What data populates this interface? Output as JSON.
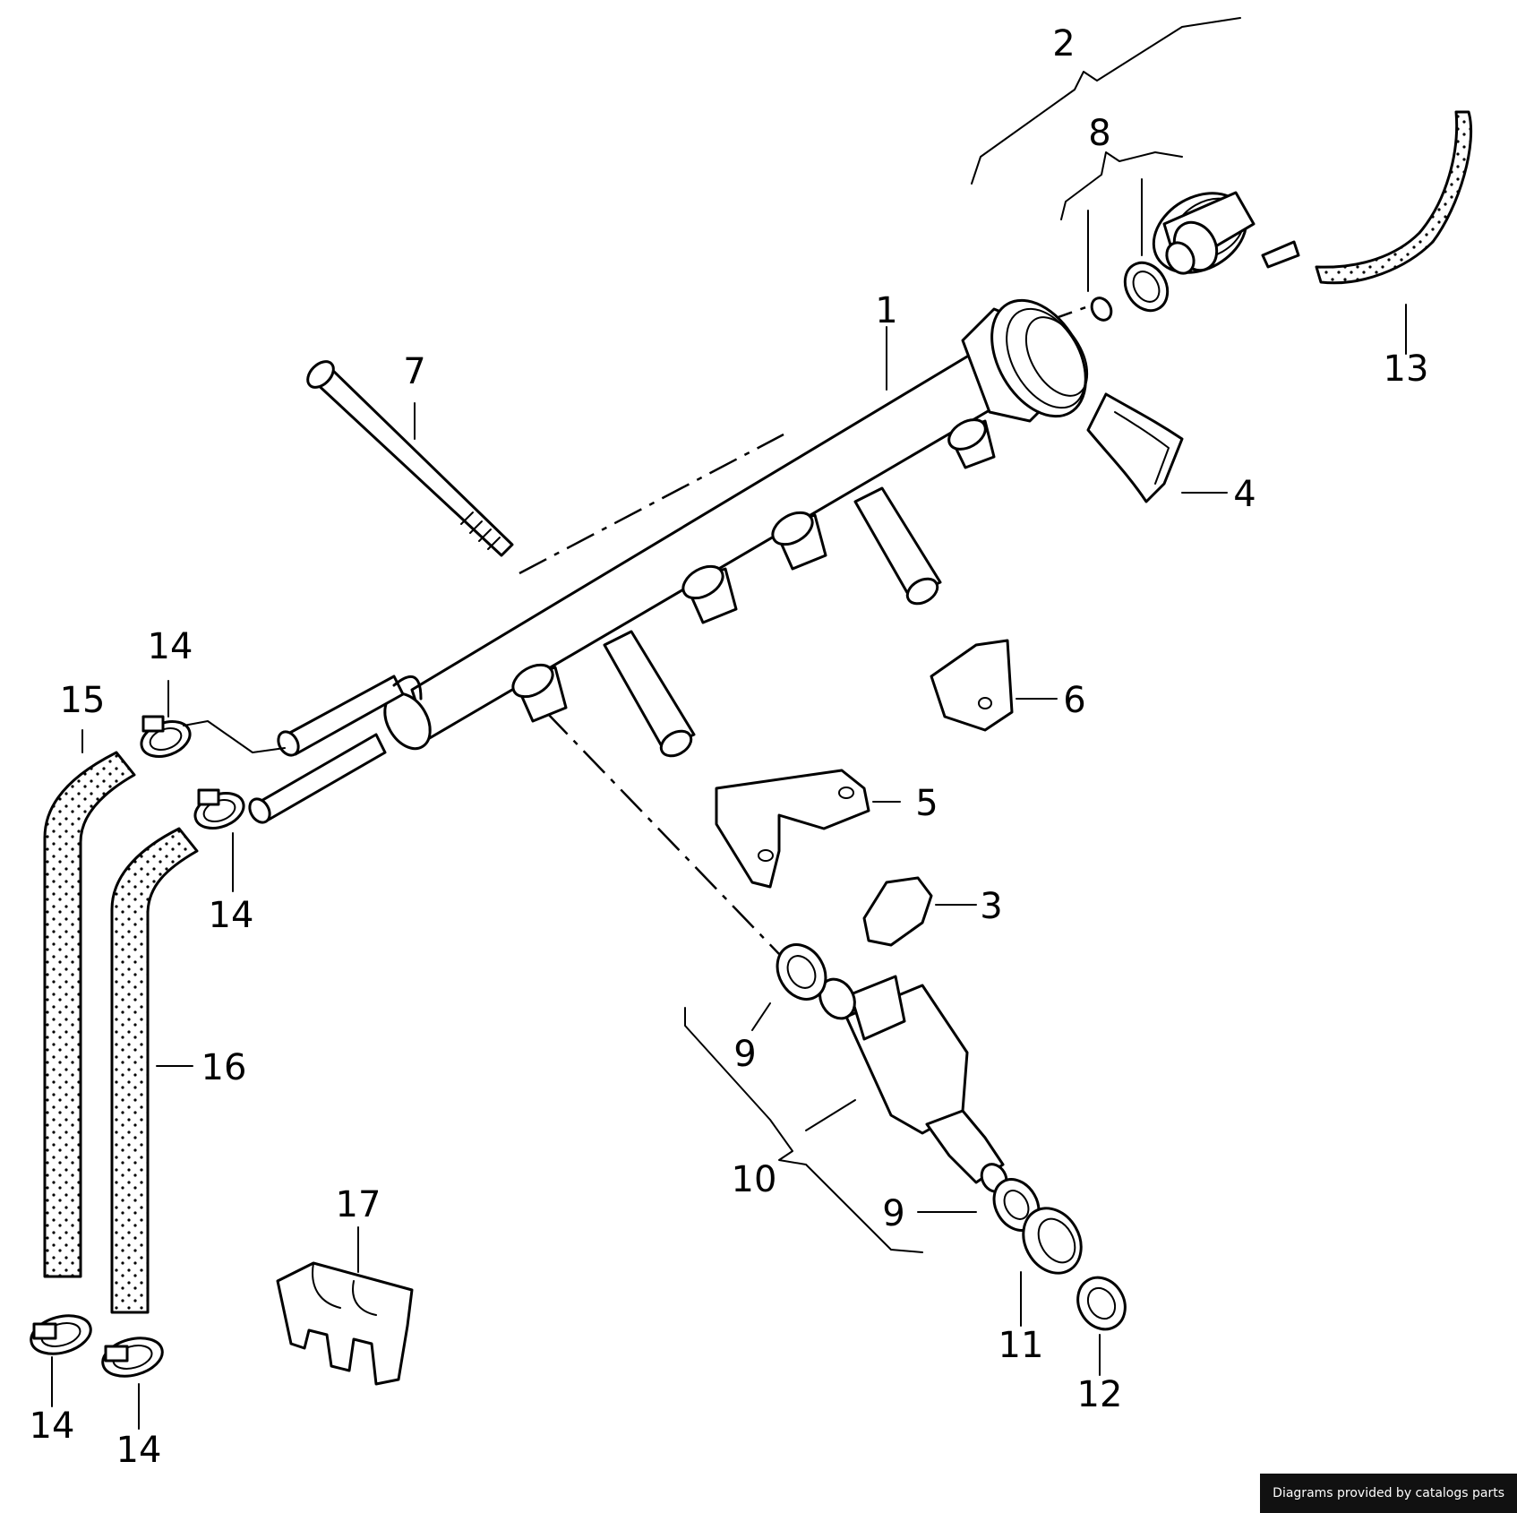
{
  "callouts": {
    "c1": "1",
    "c2": "2",
    "c3": "3",
    "c4": "4",
    "c5": "5",
    "c6": "6",
    "c7": "7",
    "c8": "8",
    "c9a": "9",
    "c9b": "9",
    "c10": "10",
    "c11": "11",
    "c12": "12",
    "c13": "13",
    "c14a": "14",
    "c14b": "14",
    "c14c": "14",
    "c14d": "14",
    "c15": "15",
    "c16": "16",
    "c17": "17"
  },
  "watermark": "Diagrams provided by catalogs parts"
}
